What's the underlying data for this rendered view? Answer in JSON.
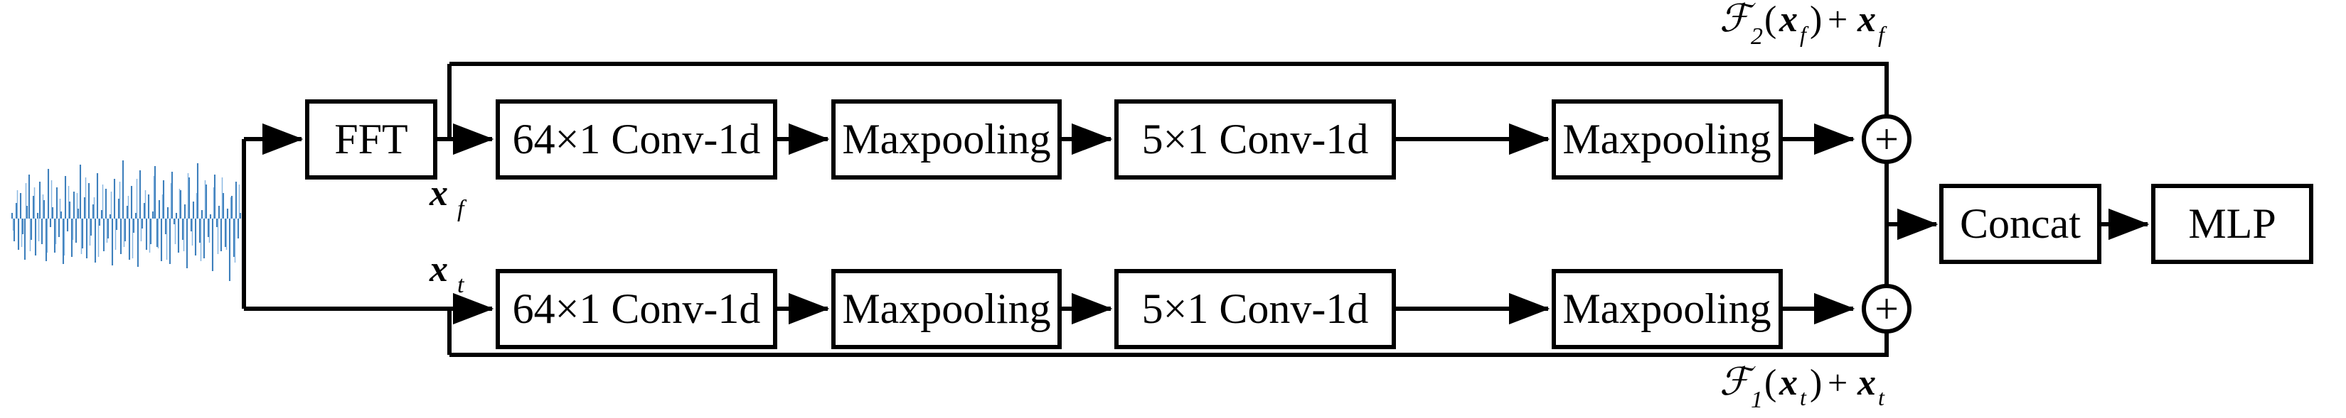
{
  "diagram": {
    "title": "Two-branch time-frequency CNN feature extraction architecture",
    "input": {
      "name": "input-signal-waveform",
      "type": "noisy-vibration-signal",
      "color": "#2e75b6"
    },
    "blocks": {
      "fft": "FFT",
      "conv64": "64×1 Conv-1d",
      "maxpool": "Maxpooling",
      "conv5": "5×1 Conv-1d",
      "concat": "Concat",
      "mlp": "MLP",
      "adder": "+"
    },
    "branches": [
      {
        "id": "frequency-branch",
        "position": "top",
        "signal_label": {
          "base": "x",
          "sub": "f"
        },
        "residual_label": {
          "script": "ℱ",
          "index": "2",
          "open": "(",
          "var": "x",
          "var_sub": "f",
          "close": ")",
          "plus": "+",
          "var2": "x",
          "var2_sub": "f"
        },
        "stages": [
          "64×1 Conv-1d",
          "Maxpooling",
          "5×1 Conv-1d",
          "Maxpooling"
        ]
      },
      {
        "id": "time-branch",
        "position": "bottom",
        "signal_label": {
          "base": "x",
          "sub": "t"
        },
        "residual_label": {
          "script": "ℱ",
          "index": "1",
          "open": "(",
          "var": "x",
          "var_sub": "t",
          "close": ")",
          "plus": "+",
          "var2": "x",
          "var2_sub": "t"
        },
        "stages": [
          "64×1 Conv-1d",
          "Maxpooling",
          "5×1 Conv-1d",
          "Maxpooling"
        ]
      }
    ],
    "colors": {
      "line": "#000000",
      "box_fill": "#ffffff",
      "waveform": "#2e75b6",
      "background": "#ffffff"
    }
  }
}
